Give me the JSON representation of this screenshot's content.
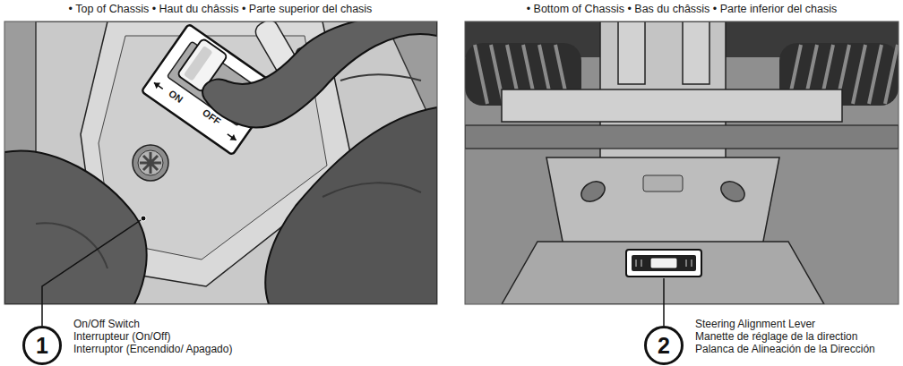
{
  "diagram": {
    "nodes": [
      {
        "text": [
          "1"
        ]
      },
      {
        "text": [
          "2"
        ]
      }
    ],
    "labels": [
      "• Top of Chassis • Haut du châssis • Parte superior del chasis",
      "• Bottom of Chassis • Bas du châssis • Parte inferior del chasis",
      "ON",
      "OFF",
      "On/Off Switch",
      "Interrupteur (On/Off)",
      "Interruptor (Encendido/ Apagado)",
      "Steering Alignment Lever",
      "Manette de réglage de la direction",
      "Palanca de Alineación de la Dirección"
    ]
  }
}
